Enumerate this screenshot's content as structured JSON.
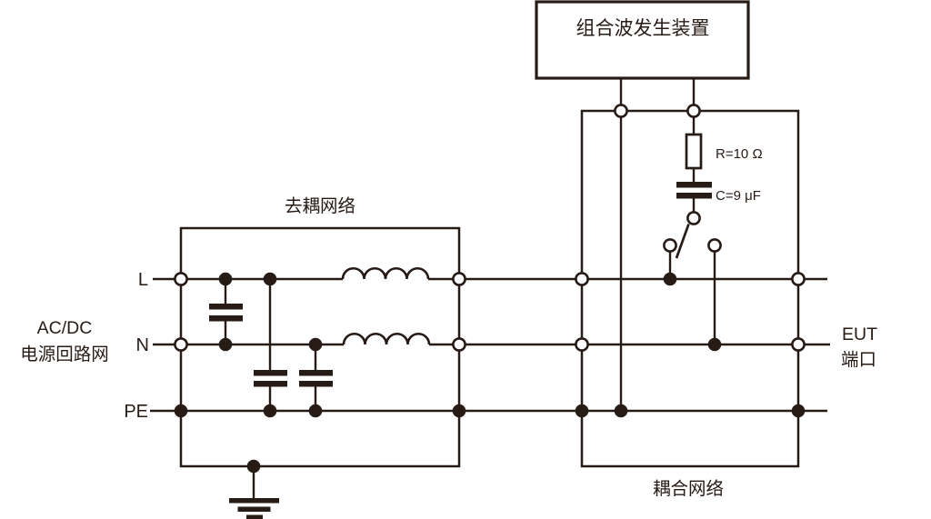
{
  "diagram": {
    "generator": {
      "label": "组合波发生装置"
    },
    "decoupling_network": {
      "label": "去耦网络"
    },
    "coupling_network": {
      "label": "耦合网络"
    },
    "source_port": {
      "line1": "AC/DC",
      "line2": "电源回路网"
    },
    "eut_port": {
      "line1": "EUT",
      "line2": "端口"
    },
    "conductors": {
      "l": "L",
      "n": "N",
      "pe": "PE"
    },
    "components": {
      "resistor_label": "R=10 Ω",
      "capacitor_label": "C=9 μF"
    },
    "colors": {
      "ink": "#271b16",
      "background": "#ffffff"
    }
  }
}
